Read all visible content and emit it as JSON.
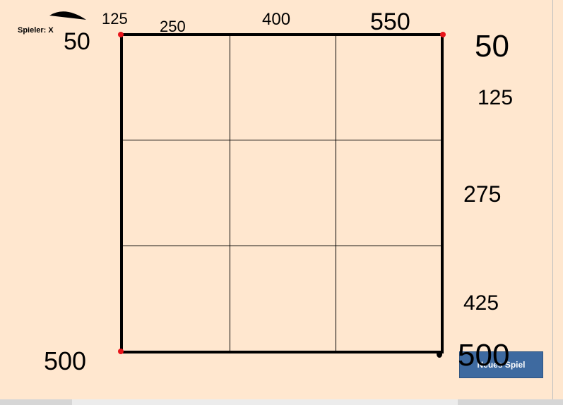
{
  "status": {
    "player_label": "Spieler: X"
  },
  "board": {
    "rows": 3,
    "cols": 3
  },
  "controls": {
    "new_game_label": "Neues Spiel",
    "button_color": "#3e6aa0"
  },
  "annotations": {
    "ink_color": "#e8141a",
    "corner_marks": {
      "top_left_x": "125",
      "top_left_y": "50",
      "top_right_y": "50",
      "bottom_left_y": "500",
      "bottom_right_y": "500"
    },
    "top_scale": [
      "250",
      "400",
      "550"
    ],
    "right_scale": [
      "125",
      "275",
      "425"
    ]
  },
  "colors": {
    "background": "#ffe7cf",
    "grid": "#000000"
  }
}
